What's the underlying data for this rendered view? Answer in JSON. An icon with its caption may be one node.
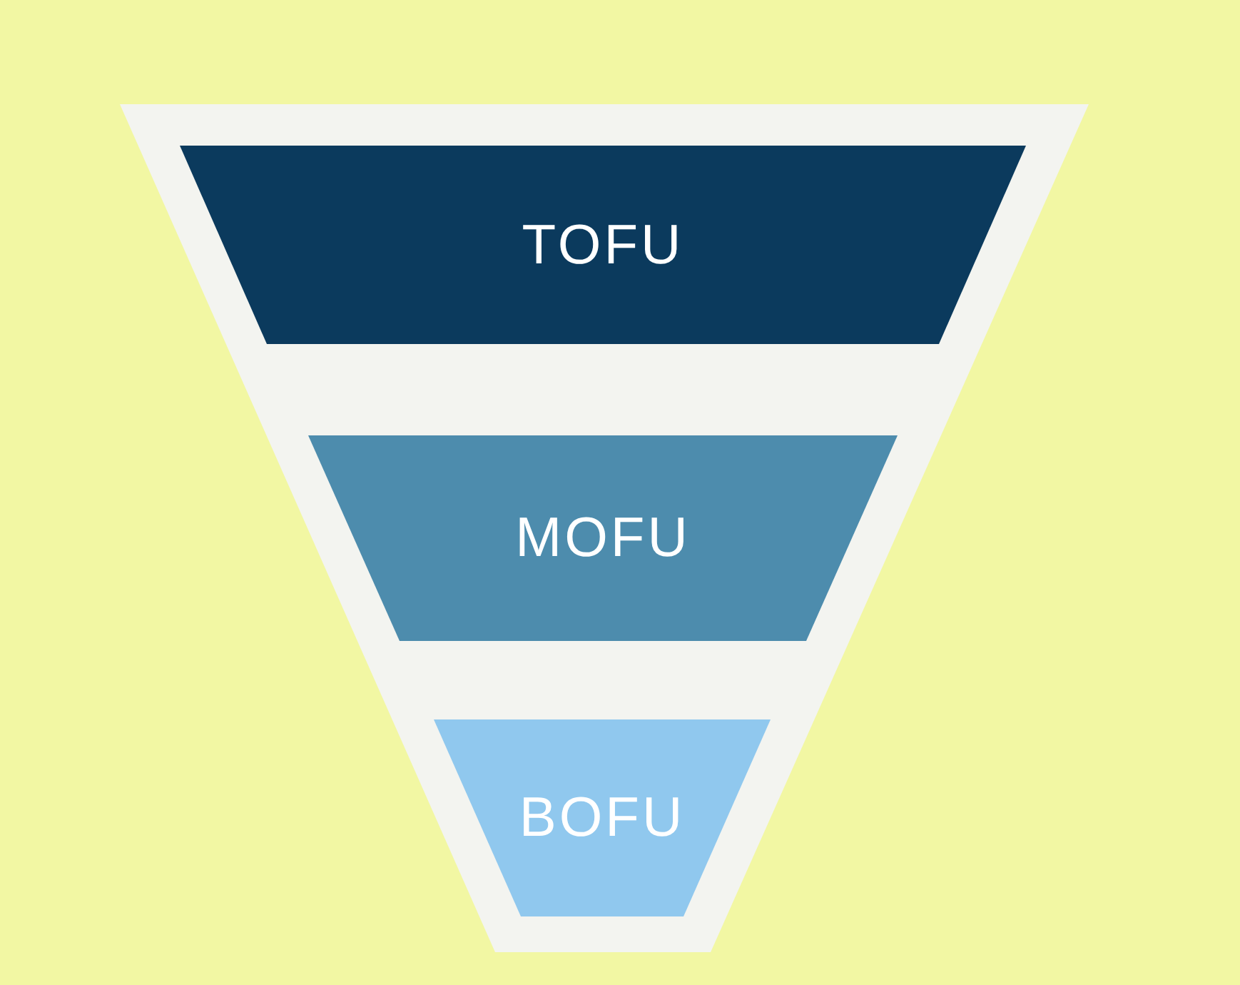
{
  "diagram": {
    "nodes": [
      {
        "text": [],
        "shape": "funnel"
      },
      {
        "text": [
          "TOFU"
        ],
        "in": 0
      },
      {
        "text": [
          "MOFU"
        ],
        "in": 0
      },
      {
        "text": [
          "BOFU"
        ],
        "in": 0
      }
    ]
  }
}
